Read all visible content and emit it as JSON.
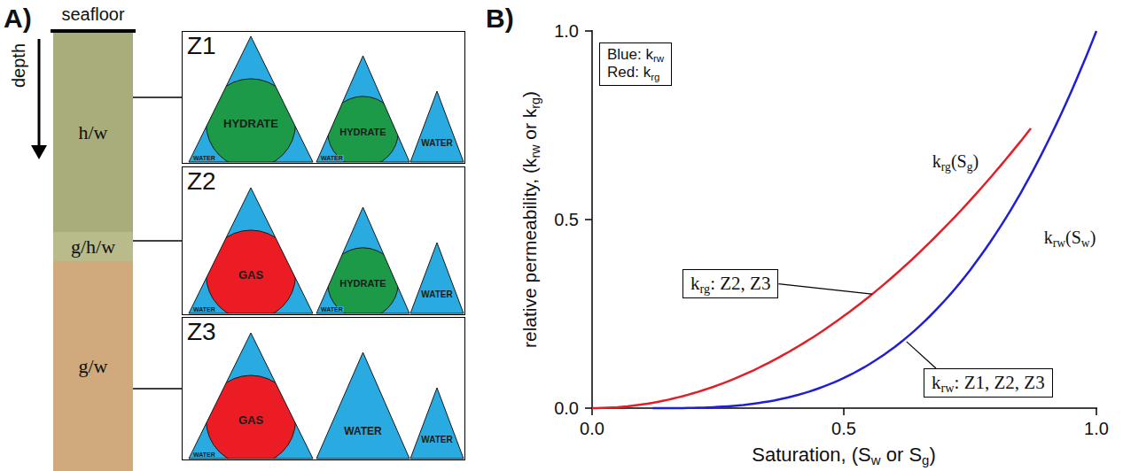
{
  "diagram": {
    "nodes": [
      {
        "text": [
          "h/w"
        ]
      },
      {
        "text": [
          "g/h/w"
        ]
      },
      {
        "text": [
          "g/w"
        ]
      },
      {
        "text": [
          "Z1"
        ]
      },
      {
        "text": [
          "HYDRATE",
          "WATER"
        ],
        "in": 3
      },
      {
        "text": [
          "HYDRATE",
          "WATER"
        ],
        "in": 3
      },
      {
        "text": [
          "WATER"
        ],
        "in": 3
      },
      {
        "text": [
          "Z2"
        ]
      },
      {
        "text": [
          "GAS",
          "WATER"
        ],
        "in": 7
      },
      {
        "text": [
          "HYDRATE",
          "WATER"
        ],
        "in": 7
      },
      {
        "text": [
          "WATER"
        ],
        "in": 7
      },
      {
        "text": [
          "Z3"
        ]
      },
      {
        "text": [
          "GAS",
          "WATER"
        ],
        "in": 11
      },
      {
        "text": [
          "WATER"
        ],
        "in": 11
      },
      {
        "text": [
          "WATER"
        ],
        "in": 11
      },
      {
        "text": [
          "Blue: krw",
          "Red: krg"
        ]
      },
      {
        "text": [
          "krg: Z2, Z3"
        ]
      },
      {
        "text": [
          "krw: Z1, Z2, Z3"
        ]
      }
    ],
    "edges": [
      {
        "from": 0,
        "to": 3,
        "arrow": "none"
      },
      {
        "from": 1,
        "to": 7,
        "arrow": "none"
      },
      {
        "from": 2,
        "to": 11,
        "arrow": "none"
      }
    ],
    "labels": [
      "A)",
      "seafloor",
      "depth",
      "B)",
      "1.0",
      "0.5",
      "0.0",
      "0.0",
      "0.5",
      "1.0",
      "relative permeability, (krw or krg)",
      "Saturation, (Sw or Sg)",
      "krg(Sg)",
      "krw(Sw)"
    ]
  }
}
